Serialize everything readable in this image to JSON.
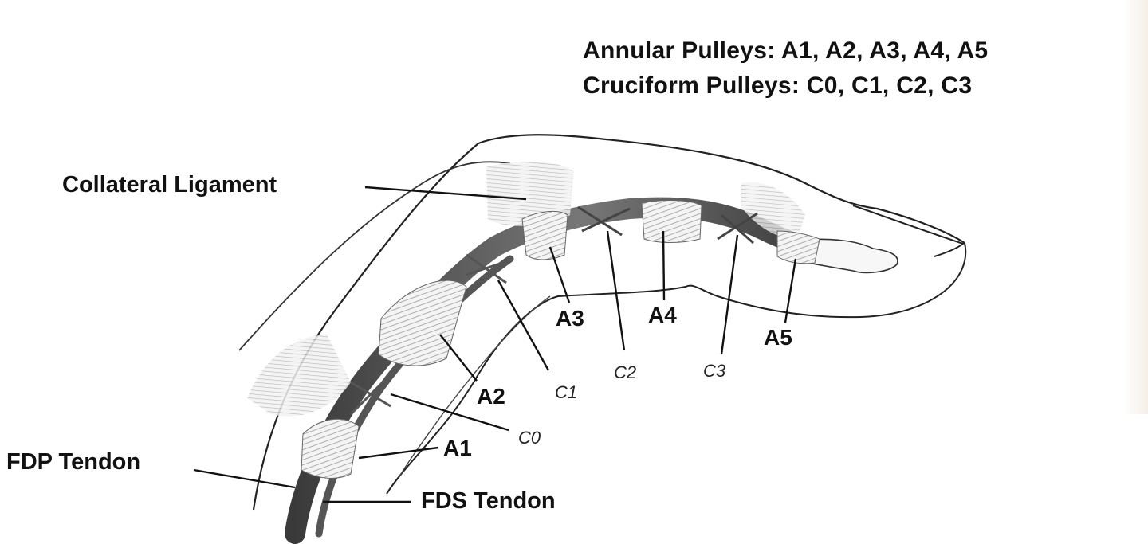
{
  "legend": {
    "annular": "Annular Pulleys: A1, A2, A3, A4, A5",
    "cruciform": "Cruciform Pulleys: C0, C1, C2, C3"
  },
  "labels": {
    "collateral_ligament": "Collateral Ligament",
    "fdp_tendon": "FDP Tendon",
    "fds_tendon": "FDS Tendon",
    "a1": "A1",
    "a2": "A2",
    "a3": "A3",
    "a4": "A4",
    "a5": "A5",
    "c0": "C0",
    "c1": "C1",
    "c2": "C2",
    "c3": "C3"
  }
}
